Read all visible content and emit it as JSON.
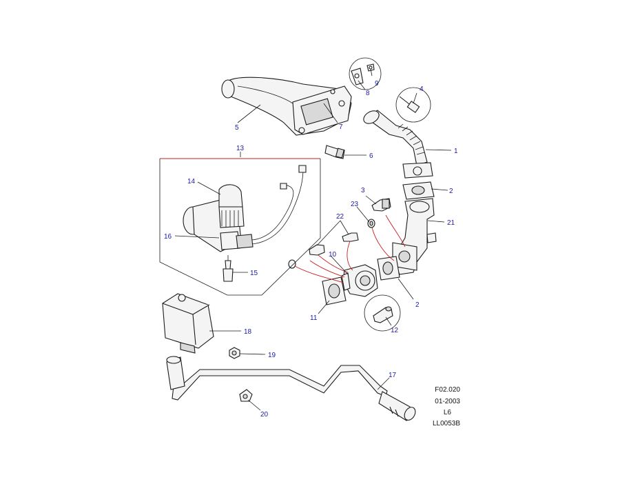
{
  "callouts": {
    "c1": "1",
    "c2a": "2",
    "c2b": "2",
    "c3": "3",
    "c4": "4",
    "c5": "5",
    "c6": "6",
    "c7": "7",
    "c8": "8",
    "c9": "9",
    "c10": "10",
    "c11": "11",
    "c12": "12",
    "c13": "13",
    "c14": "14",
    "c15": "15",
    "c16": "16",
    "c17": "17",
    "c18": "18",
    "c19": "19",
    "c20": "20",
    "c21": "21",
    "c22": "22",
    "c23": "23"
  },
  "reference": {
    "line1": "F02.020",
    "line2": "01-2003",
    "line3": "L6",
    "line4": "LL0053B"
  },
  "colors": {
    "callout_text": "#1a1aa6",
    "leader_red": "#c81e1e",
    "outline": "#1a1a1a",
    "background": "#ffffff"
  }
}
